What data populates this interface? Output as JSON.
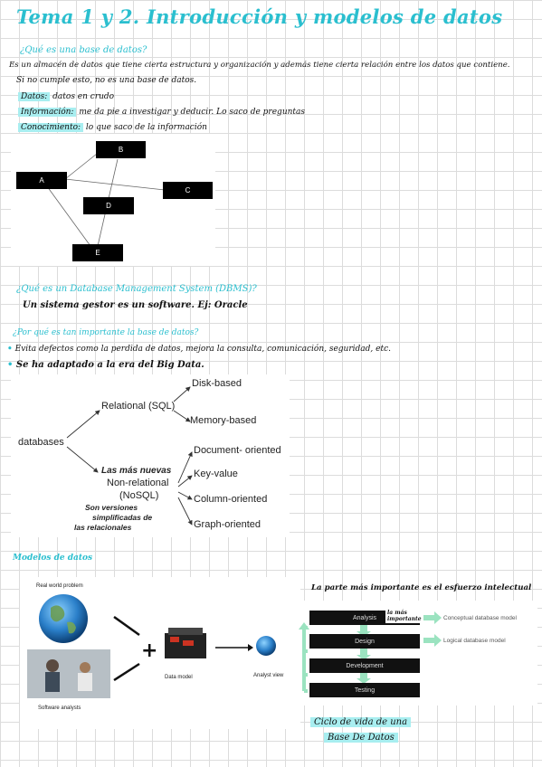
{
  "title": "Tema 1 y 2. Introducción y modelos de datos",
  "section1": {
    "question": "¿Qué es una base de datos?",
    "definition": "Es un almacén de datos que tiene cierta estructura y organización y además tiene cierta relación entre los datos que contiene.",
    "note": "Si no cumple esto, no es una base de datos.",
    "terms": [
      {
        "term": "Datos:",
        "desc": "datos en crudo"
      },
      {
        "term": "Información:",
        "desc": "me da pie a investigar y deducir. Lo saco de preguntas"
      },
      {
        "term": "Conocimiento:",
        "desc": "lo que saco de la información"
      }
    ]
  },
  "graph": {
    "nodes": [
      "A",
      "B",
      "C",
      "D",
      "E"
    ]
  },
  "section2": {
    "question": "¿Qué es un Database Management System (DBMS)?",
    "answer": "Un sistema gestor es un software. Ej: Oracle"
  },
  "section3": {
    "question": "¿Por qué es tan importante la base de datos?",
    "bullets": [
      "Evita defectos como la perdida de datos, mejora la consulta, comunicación, seguridad, etc.",
      "Se ha adaptado a la era del Big Data."
    ],
    "bullet_symbol": "•"
  },
  "taxonomy": {
    "root": "databases",
    "relational": "Relational (SQL)",
    "rel_children": [
      "Disk-based",
      "Memory-based"
    ],
    "nonrel_note": "Las más nuevas",
    "nonrel_line1": "Non-relational",
    "nonrel_line2": "(NoSQL)",
    "nonrel_children": [
      "Document- oriented",
      "Key-value",
      "Column-oriented",
      "Graph-oriented"
    ],
    "simpl_note": [
      "Son versiones",
      "simplificadas de",
      "las relacionales"
    ]
  },
  "section4": {
    "heading": "Modelos de datos",
    "real_world": "Real world problem",
    "software_analysts": "Software analysts",
    "data_model": "Data model",
    "analyst_view": "Analyst view"
  },
  "lifecycle": {
    "heading": "La parte más importante es el esfuerzo intelectual",
    "steps": [
      "Analysis",
      "Design",
      "Development",
      "Testing"
    ],
    "analysis_note_1": "la más",
    "analysis_note_2": "importante",
    "outputs": [
      "Conceptual database model",
      "Logical database model"
    ],
    "caption_line1": "Ciclo de vida de una",
    "caption_line2": "Base De Datos",
    "colors": {
      "accent": "#2bbfcf",
      "highlight": "#a8eef0",
      "arrow": "#9be3c0"
    }
  }
}
